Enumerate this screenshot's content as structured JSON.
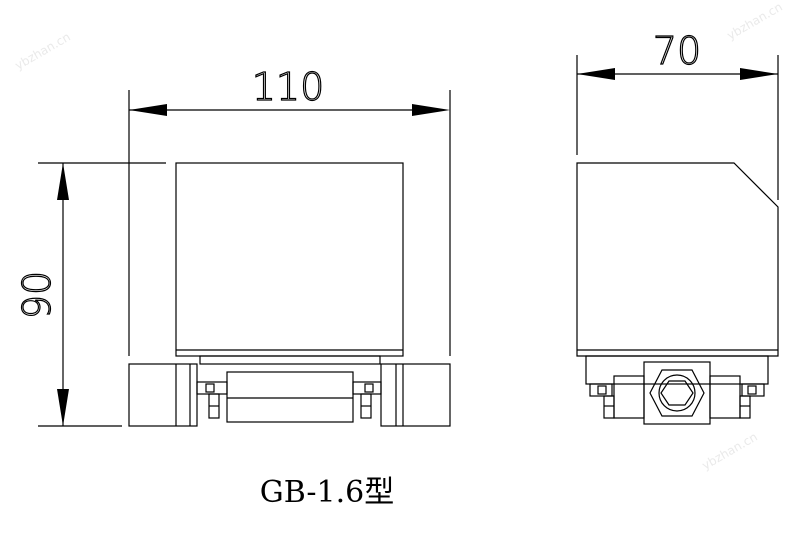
{
  "drawing": {
    "model_caption": "GB-1.6型",
    "dimensions": {
      "front_width": "110",
      "front_height": "90",
      "side_width": "70"
    },
    "watermark": "ybzhan.cn",
    "colors": {
      "line": "#000000",
      "background": "#ffffff",
      "watermark": "#eaeaea"
    }
  }
}
